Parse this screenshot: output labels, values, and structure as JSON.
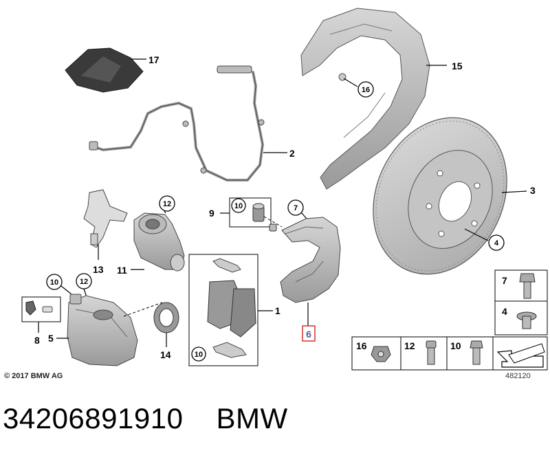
{
  "diagram": {
    "labels": {
      "p1": "1",
      "p2": "2",
      "p3": "3",
      "p4": "4",
      "p5": "5",
      "p6": "6",
      "p7": "7",
      "p8": "8",
      "p9": "9",
      "p10a": "10",
      "p10b": "10",
      "p10c": "10",
      "p11": "11",
      "p12a": "12",
      "p12b": "12",
      "p13": "13",
      "p14": "14",
      "p15": "15",
      "p16": "16",
      "p17": "17"
    },
    "highlighted_part": "6",
    "legend": [
      {
        "num": "7"
      },
      {
        "num": "4"
      },
      {
        "num": "16"
      },
      {
        "num": "12"
      },
      {
        "num": "10"
      }
    ],
    "copyright": "© 2017 BMW AG",
    "diagram_id": "482120"
  },
  "caption": {
    "part_number": "34206891910",
    "brand": "BMW"
  },
  "colors": {
    "part_fill": "#c8c8c8",
    "part_dark": "#8c8c8c",
    "highlight_box": "#d23030",
    "highlight_text": "#555a8c"
  }
}
